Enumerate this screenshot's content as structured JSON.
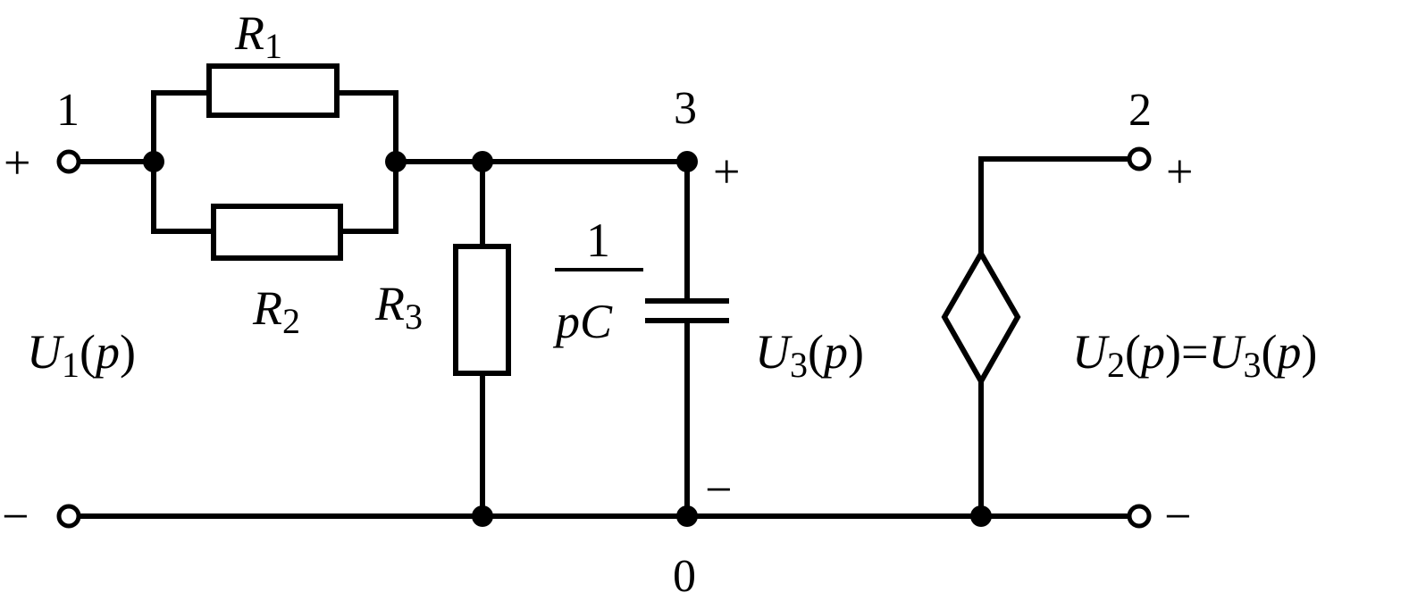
{
  "nodes": {
    "n1": "1",
    "n2": "2",
    "n3": "3",
    "n0": "0"
  },
  "components": {
    "R1": {
      "sym": "R",
      "sub": "1"
    },
    "R2": {
      "sym": "R",
      "sub": "2"
    },
    "R3": {
      "sym": "R",
      "sub": "3"
    },
    "C": {
      "num": "1",
      "den": "pC"
    }
  },
  "polarity": {
    "plus": "+",
    "minus": "−"
  },
  "voltages": {
    "U1": {
      "sym": "U",
      "sub": "1",
      "arg": "(",
      "var": "p",
      "close": ")"
    },
    "U3": {
      "sym": "U",
      "sub": "3",
      "arg": "(",
      "var": "p",
      "close": ")"
    },
    "U2eq": {
      "sym": "U",
      "sub": "2",
      "arg": "(",
      "var": "p",
      "close": ")",
      "eq": "=",
      "sym2": "U",
      "sub2": "3",
      "arg2": "(",
      "var2": "p",
      "close2": ")"
    }
  }
}
